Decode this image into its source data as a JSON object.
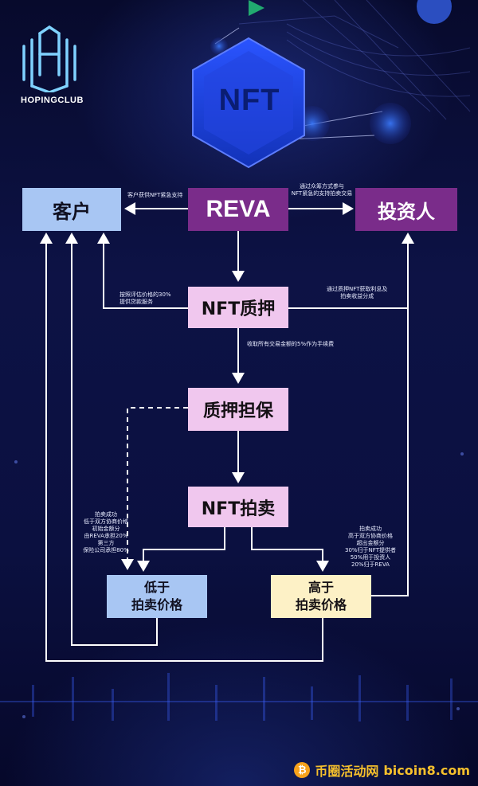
{
  "brand": {
    "name": "HOPINGCLUB"
  },
  "hero": {
    "badge_text": "NFT"
  },
  "boxes": {
    "customer": "客户",
    "reva": "REVA",
    "investor": "投资人",
    "nft_pledge": "NFT质押",
    "collateral": "质押担保",
    "nft_auction": "NFT拍卖",
    "below_price": "低于\n拍卖价格",
    "above_price": "高于\n拍卖价格"
  },
  "notes": {
    "reva_to_customer": "客户获供NFT紧急支持",
    "reva_to_investor": "通过众筹方式参与\nNFT紧急的支持拍卖交易",
    "pledge_to_customer": "按照评估价格的30%\n提供贷款服务",
    "investor_to_pledge": "通过质押NFT获取利息及\n拍卖收益分成",
    "pledge_fee": "收取所有交易金额的5%作为手续费",
    "auction_below": "拍卖成功\n低于双方协商价格\n初始金额分\n由REVA承担20%\n第三方\n保险公司承担80%",
    "auction_above": "拍卖成功\n高于双方协商价格\n超出金额分\n30%归于NFT提供者\n50%用于投资人\n20%归于REVA"
  },
  "footer": {
    "site_cn": "币圈活动网",
    "site_en": "bicoin8.com",
    "coin_glyph": "₿"
  },
  "colors": {
    "background": "#0b0f3a",
    "box_blue": "#a8c6f3",
    "box_purple": "#7a2c8a",
    "box_pink": "#f0c7ee",
    "box_yellow": "#fdf1c6",
    "footer_gold": "#f6c02c"
  }
}
